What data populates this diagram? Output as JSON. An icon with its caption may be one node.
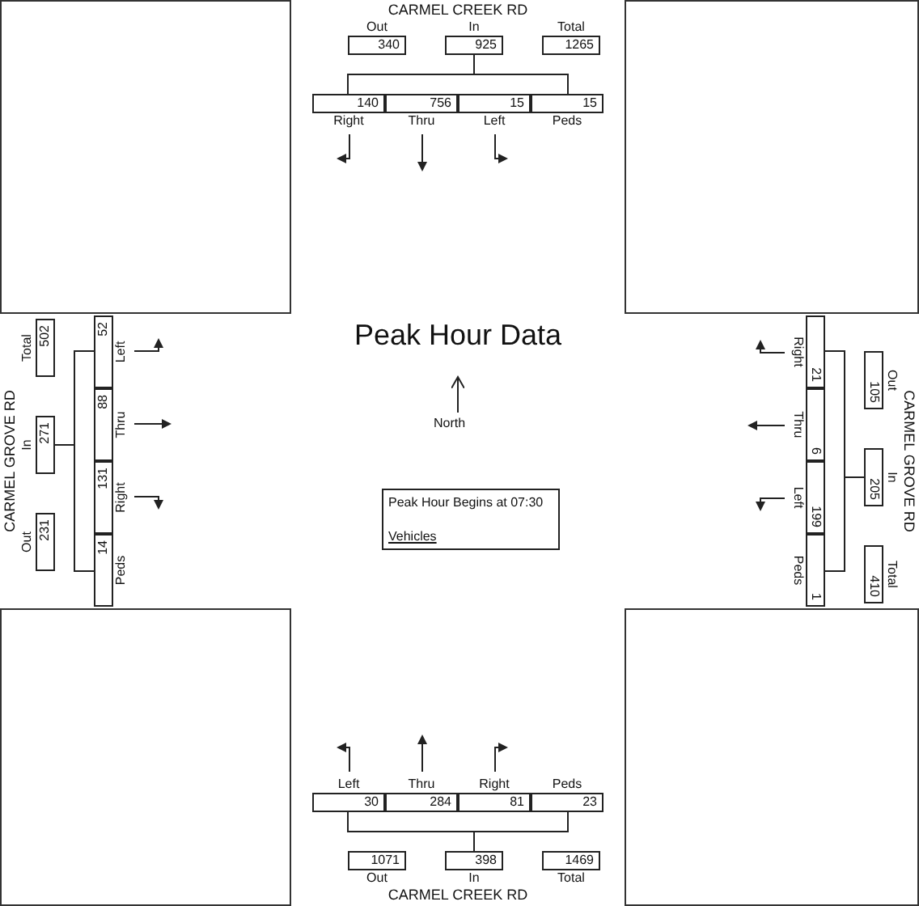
{
  "diagram": {
    "title": "Peak Hour Data",
    "nodes": [
      {
        "text": [
          "Out",
          "340"
        ]
      },
      {
        "text": [
          "In",
          "925"
        ]
      },
      {
        "text": [
          "Total",
          "1265"
        ]
      },
      {
        "text": [
          "140",
          "Right"
        ]
      },
      {
        "text": [
          "756",
          "Thru"
        ]
      },
      {
        "text": [
          "15",
          "Left"
        ]
      },
      {
        "text": [
          "15",
          "Peds"
        ]
      },
      {
        "text": [
          "Total",
          "502"
        ]
      },
      {
        "text": [
          "In",
          "271"
        ]
      },
      {
        "text": [
          "Out",
          "231"
        ]
      },
      {
        "text": [
          "Left",
          "52"
        ]
      },
      {
        "text": [
          "Thru",
          "88"
        ]
      },
      {
        "text": [
          "Right",
          "131"
        ]
      },
      {
        "text": [
          "Peds",
          "14"
        ]
      },
      {
        "text": [
          "Peak Hour Begins at 07:30",
          "Vehicles"
        ]
      },
      {
        "text": [
          "Out",
          "105"
        ]
      },
      {
        "text": [
          "In",
          "205"
        ]
      },
      {
        "text": [
          "Total",
          "410"
        ]
      },
      {
        "text": [
          "Right",
          "21"
        ]
      },
      {
        "text": [
          "Thru",
          "6"
        ]
      },
      {
        "text": [
          "Left",
          "199"
        ]
      },
      {
        "text": [
          "Peds",
          "1"
        ]
      },
      {
        "text": [
          "Left",
          "30"
        ]
      },
      {
        "text": [
          "Thru",
          "284"
        ]
      },
      {
        "text": [
          "Right",
          "81"
        ]
      },
      {
        "text": [
          "Peds",
          "23"
        ]
      },
      {
        "text": [
          "1071",
          "Out"
        ]
      },
      {
        "text": [
          "398",
          "In"
        ]
      },
      {
        "text": [
          "1469",
          "Total"
        ]
      }
    ],
    "labels": [
      "CARMEL CREEK RD",
      "CARMEL GROVE RD",
      "North",
      "CARMEL GROVE RD",
      "CARMEL CREEK RD"
    ]
  }
}
